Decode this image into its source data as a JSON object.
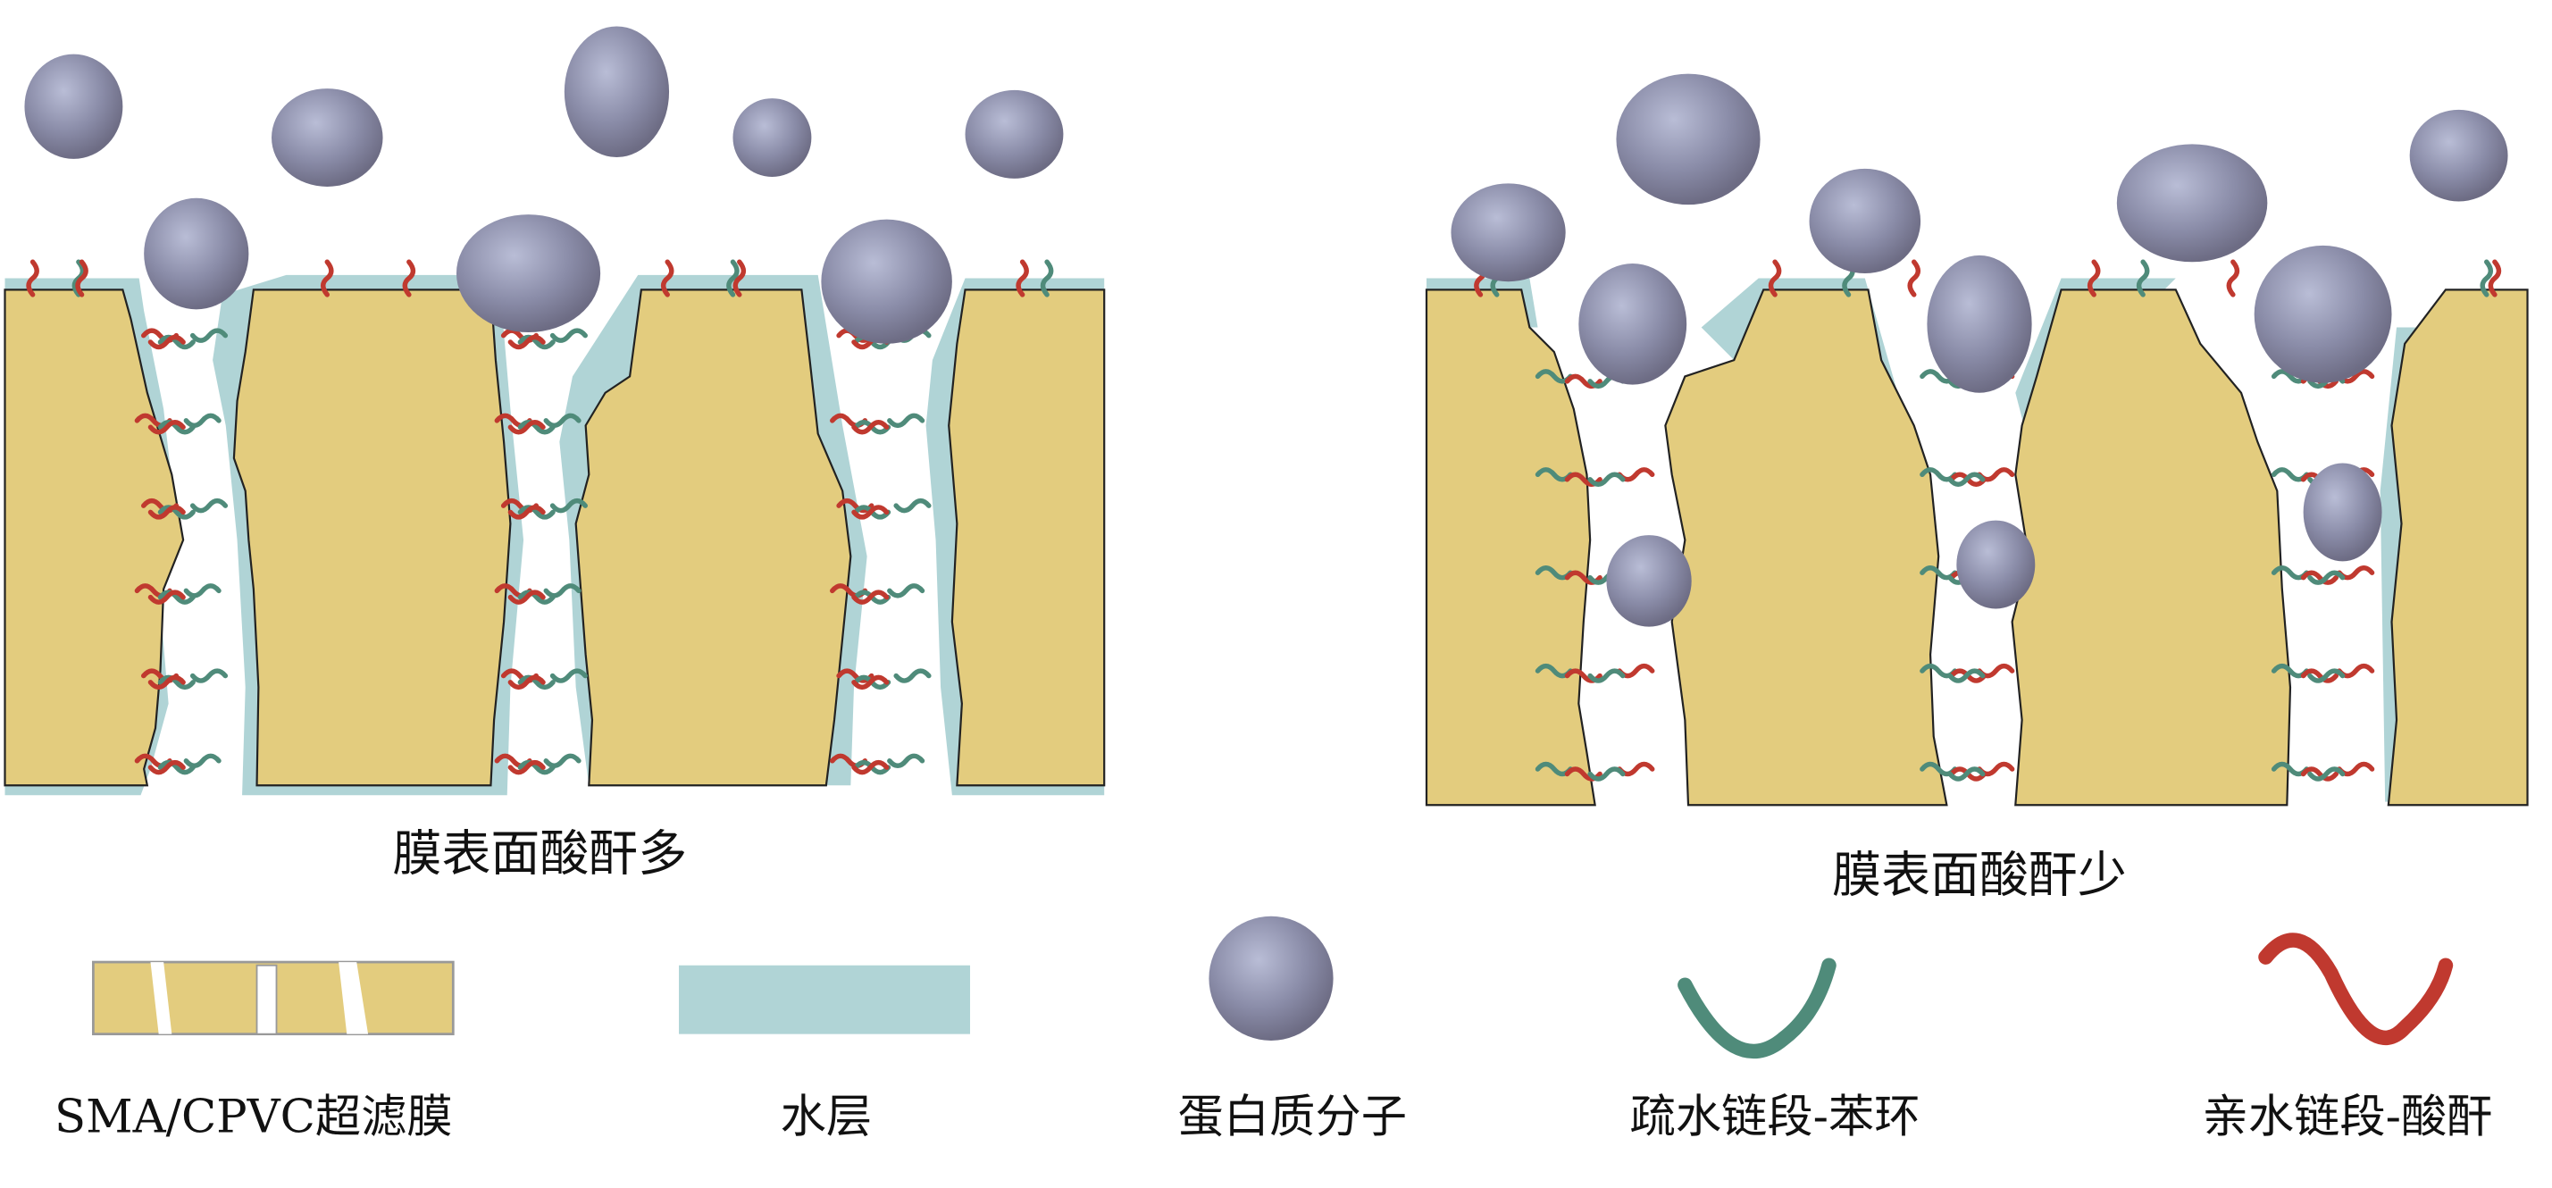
{
  "panels": [
    {
      "caption": "膜表面酸酐多"
    },
    {
      "caption": "膜表面酸酐少"
    }
  ],
  "legend": [
    {
      "label": "SMA/CPVC超滤膜",
      "icon": "membrane-icon"
    },
    {
      "label": "水层",
      "icon": "water-layer-icon"
    },
    {
      "label": "蛋白质分子",
      "icon": "protein-icon"
    },
    {
      "label": "疏水链段-苯环",
      "icon": "hydrophobic-chain-icon"
    },
    {
      "label": "亲水链段-酸酐",
      "icon": "hydrophilic-chain-icon"
    }
  ],
  "colors": {
    "membrane": "#e3cc7e",
    "water": "#b0d4d6",
    "protein": "#7f8199",
    "hydrophobic": "#4f8b7a",
    "hydrophilic": "#c0392f"
  }
}
